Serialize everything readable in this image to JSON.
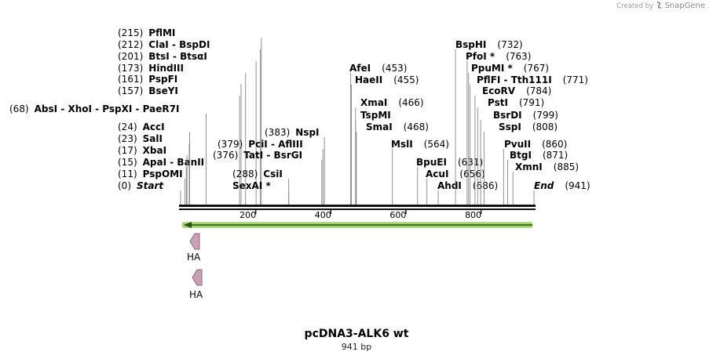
{
  "credit": {
    "text": "Created by",
    "brand": "SnapGene"
  },
  "title": "pcDNA3-ALK6 wt",
  "subtitle": "941 bp",
  "map": {
    "length": 941,
    "ticks": [
      200,
      400,
      600,
      800
    ]
  },
  "sites": [
    {
      "pos": 0,
      "pos_label": "(0)",
      "names": [
        "Start"
      ],
      "italic": true
    },
    {
      "pos": 11,
      "pos_label": "(11)",
      "names": [
        "PspOMI"
      ]
    },
    {
      "pos": 15,
      "pos_label": "(15)",
      "names": [
        "ApaI",
        "BanII"
      ]
    },
    {
      "pos": 17,
      "pos_label": "(17)",
      "names": [
        "XbaI"
      ]
    },
    {
      "pos": 23,
      "pos_label": "(23)",
      "names": [
        "SalI"
      ]
    },
    {
      "pos": 24,
      "pos_label": "(24)",
      "names": [
        "AccI"
      ]
    },
    {
      "pos": 68,
      "pos_label": "(68)",
      "names": [
        "AbsI",
        "XhoI",
        "PspXI",
        "PaeR7I"
      ]
    },
    {
      "pos": 157,
      "pos_label": "(157)",
      "names": [
        "BseYI"
      ]
    },
    {
      "pos": 161,
      "pos_label": "(161)",
      "names": [
        "PspFI"
      ]
    },
    {
      "pos": 173,
      "pos_label": "(173)",
      "names": [
        "HindIII"
      ]
    },
    {
      "pos": 201,
      "pos_label": "(201)",
      "names": [
        "BtsI",
        "BtsαI"
      ]
    },
    {
      "pos": 212,
      "pos_label": "(212)",
      "names": [
        "ClaI",
        "BspDI"
      ]
    },
    {
      "pos": 215,
      "pos_label": "(215)",
      "names": [
        "PflMI"
      ]
    },
    {
      "pos": 288,
      "pos_label": "(288)",
      "names": [
        "CsiI"
      ]
    },
    {
      "pos": 288,
      "pos_label": "",
      "names": [
        "SexAI *"
      ]
    },
    {
      "pos": 376,
      "pos_label": "(376)",
      "names": [
        "TatI",
        "BsrGI"
      ]
    },
    {
      "pos": 379,
      "pos_label": "(379)",
      "names": [
        "PciI",
        "AflIII"
      ]
    },
    {
      "pos": 383,
      "pos_label": "(383)",
      "names": [
        "NspI"
      ]
    },
    {
      "pos": 453,
      "pos_label": "(453)",
      "names": [
        "AfeI"
      ]
    },
    {
      "pos": 455,
      "pos_label": "(455)",
      "names": [
        "HaeII"
      ]
    },
    {
      "pos": 466,
      "pos_label": "(466)",
      "names": [
        "XmaI"
      ]
    },
    {
      "pos": 466,
      "pos_label": "",
      "names": [
        "TspMI"
      ]
    },
    {
      "pos": 468,
      "pos_label": "(468)",
      "names": [
        "SmaI"
      ]
    },
    {
      "pos": 564,
      "pos_label": "(564)",
      "names": [
        "MslI"
      ]
    },
    {
      "pos": 631,
      "pos_label": "(631)",
      "names": [
        "BpuEI"
      ]
    },
    {
      "pos": 656,
      "pos_label": "(656)",
      "names": [
        "AcuI"
      ]
    },
    {
      "pos": 686,
      "pos_label": "(686)",
      "names": [
        "AhdI"
      ]
    },
    {
      "pos": 732,
      "pos_label": "(732)",
      "names": [
        "BspHI"
      ]
    },
    {
      "pos": 763,
      "pos_label": "(763)",
      "names": [
        "PfoI *"
      ]
    },
    {
      "pos": 767,
      "pos_label": "(767)",
      "names": [
        "PpuMI *"
      ]
    },
    {
      "pos": 771,
      "pos_label": "(771)",
      "names": [
        "PflFI",
        "Tth111I"
      ]
    },
    {
      "pos": 784,
      "pos_label": "(784)",
      "names": [
        "EcoRV"
      ]
    },
    {
      "pos": 791,
      "pos_label": "(791)",
      "names": [
        "PstI"
      ]
    },
    {
      "pos": 799,
      "pos_label": "(799)",
      "names": [
        "BsrDI"
      ]
    },
    {
      "pos": 808,
      "pos_label": "(808)",
      "names": [
        "SspI"
      ]
    },
    {
      "pos": 860,
      "pos_label": "(860)",
      "names": [
        "PvuII"
      ]
    },
    {
      "pos": 871,
      "pos_label": "(871)",
      "names": [
        "BtgI"
      ]
    },
    {
      "pos": 885,
      "pos_label": "(885)",
      "names": [
        "XmnI"
      ]
    },
    {
      "pos": 941,
      "pos_label": "(941)",
      "names": [
        "End"
      ],
      "italic": true
    }
  ],
  "features": [
    {
      "name": "HA",
      "color": "#c9a0b5",
      "direction": "left"
    },
    {
      "name": "HA",
      "color": "#c9a0b5",
      "direction": "left"
    }
  ],
  "orf": {
    "color": "#9ed56a",
    "direction": "left"
  }
}
